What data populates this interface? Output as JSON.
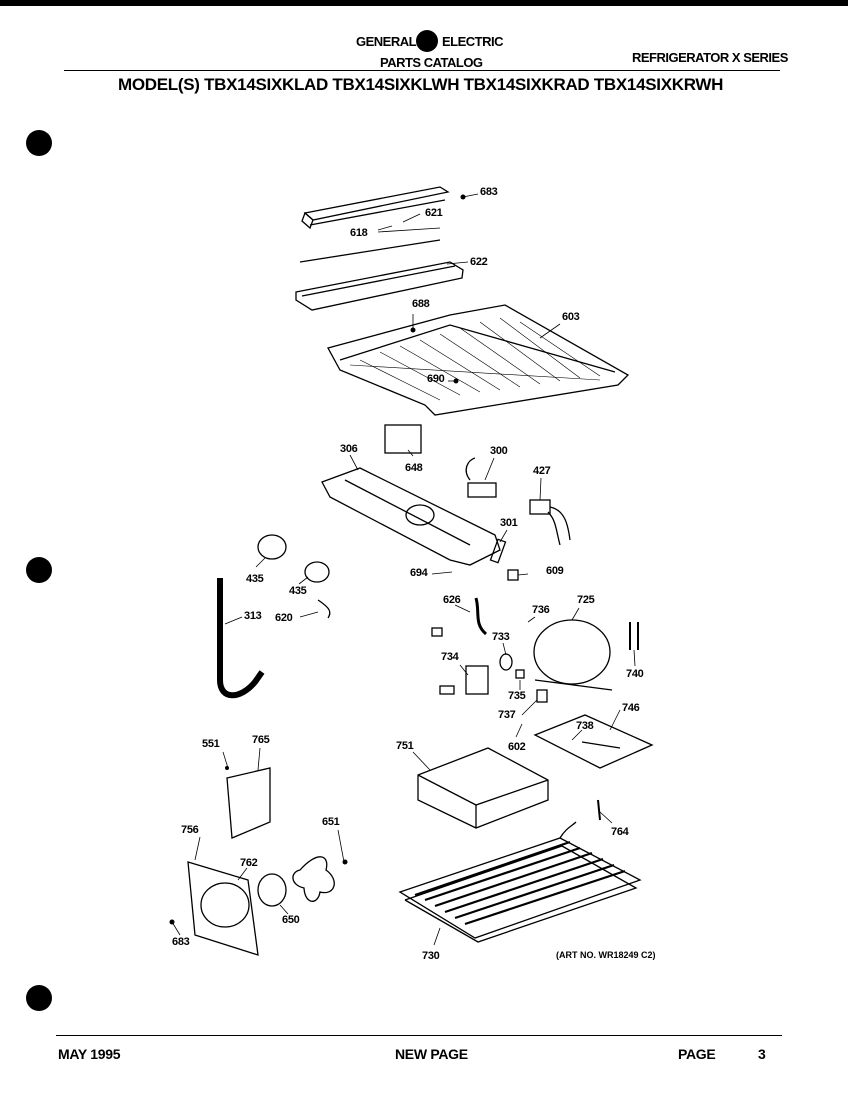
{
  "header": {
    "brand_left": "GENERAL",
    "brand_right": "ELECTRIC",
    "catalog": "PARTS CATALOG",
    "series": "REFRIGERATOR X SERIES",
    "models": "MODEL(S) TBX14SIXKLAD  TBX14SIXKLWH  TBX14SIXKRAD  TBX14SIXKRWH"
  },
  "parts": {
    "p683a": "683",
    "p621": "621",
    "p618": "618",
    "p622": "622",
    "p688": "688",
    "p603": "603",
    "p690": "690",
    "p306": "306",
    "p648": "648",
    "p300": "300",
    "p427": "427",
    "p301": "301",
    "p609": "609",
    "p694": "694",
    "p435a": "435",
    "p435b": "435",
    "p313": "313",
    "p620": "620",
    "p626": "626",
    "p736": "736",
    "p725": "725",
    "p733": "733",
    "p734": "734",
    "p740": "740",
    "p735": "735",
    "p737": "737",
    "p746": "746",
    "p738": "738",
    "p602": "602",
    "p551": "551",
    "p765": "765",
    "p751": "751",
    "p651": "651",
    "p756": "756",
    "p762": "762",
    "p764": "764",
    "p650": "650",
    "p683b": "683",
    "p730": "730"
  },
  "art_no": "(ART NO. WR18249 C2)",
  "footer": {
    "date": "MAY 1995",
    "center": "NEW PAGE",
    "page_label": "PAGE",
    "page_number": "3"
  }
}
